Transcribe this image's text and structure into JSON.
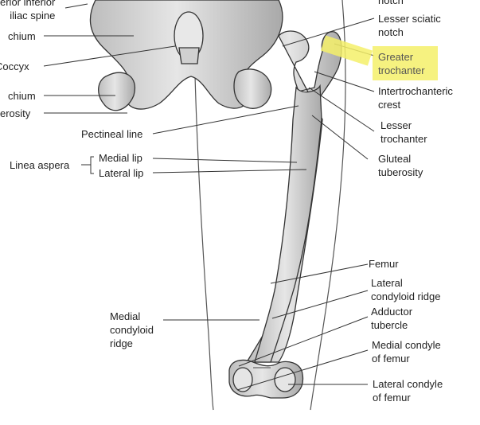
{
  "labels": {
    "anterior_inferior_iliac_spine": "erior inferior\n   iliac spine",
    "ischium_top": "chium",
    "coccyx": "Coccyx",
    "ischium_lower": "chium",
    "tuberosity": "erosity",
    "pectineal_line": "Pectineal line",
    "linea_aspera": "Linea aspera",
    "medial_lip": "Medial lip",
    "lateral_lip": "Lateral lip",
    "medial_condyloid_ridge": "Medial\ncondyloid\nridge",
    "notch_top": "notch",
    "lesser_sciatic_notch": "Lesser sciatic\nnotch",
    "greater_trochanter": "Greater\ntrochanter",
    "intertrochanteric_crest": "Intertrochanteric\ncrest",
    "lesser_trochanter": "Lesser\ntrochanter",
    "gluteal_tuberosity": "Gluteal\ntuberosity",
    "femur": "Femur",
    "lateral_condyloid_ridge": "Lateral\ncondyloid ridge",
    "adductor_tubercle": "Adductor\ntubercle",
    "medial_condyle": "Medial condyle\nof femur",
    "lateral_condyle": "Lateral condyle\nof femur"
  },
  "colors": {
    "bone": "#d9d9d9",
    "bone_shade": "#a8a8a8",
    "outline": "#333333",
    "highlight": "#f4f06a"
  }
}
